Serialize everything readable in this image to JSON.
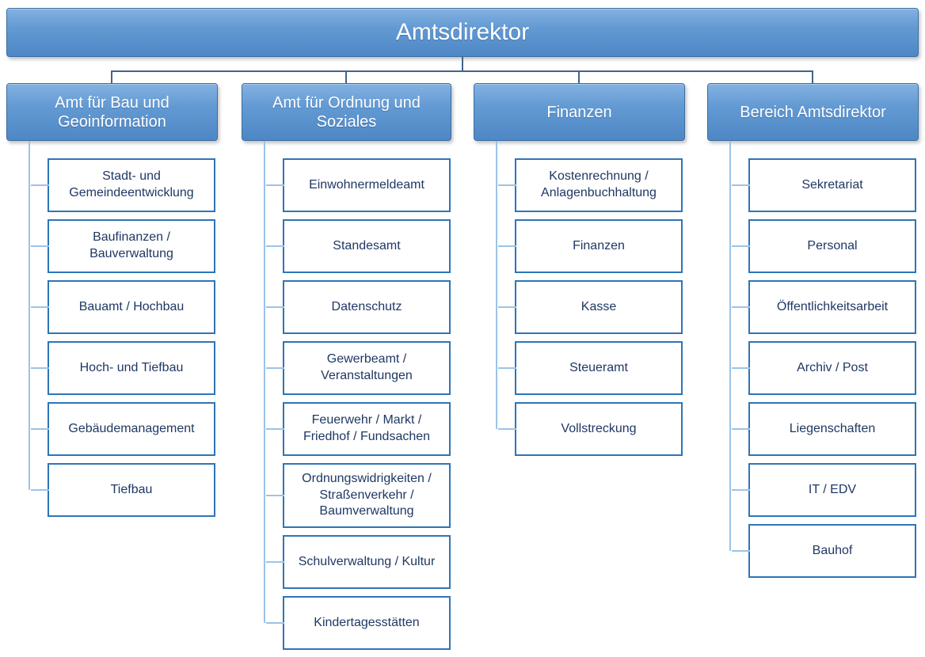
{
  "root": {
    "label": "Amtsdirektor"
  },
  "columns": [
    {
      "id": "bau",
      "label": "Amt für Bau und Geoinformation",
      "items": [
        "Stadt- und Gemeindeentwicklung",
        "Baufinanzen / Bauverwaltung",
        "Bauamt / Hochbau",
        "Hoch- und Tiefbau",
        "Gebäudemanagement",
        "Tiefbau"
      ]
    },
    {
      "id": "ordnung",
      "label": "Amt für Ordnung und Soziales",
      "items": [
        "Einwohnermeldeamt",
        "Standesamt",
        "Datenschutz",
        "Gewerbeamt / Veranstaltungen",
        "Feuerwehr / Markt / Friedhof / Fundsachen",
        "Ordnungswidrigkeiten / Straßenverkehr / Baumverwaltung",
        "Schulverwaltung / Kultur",
        "Kindertagesstätten"
      ]
    },
    {
      "id": "finanzen",
      "label": "Finanzen",
      "items": [
        "Kostenrechnung / Anlagenbuchhaltung",
        "Finanzen",
        "Kasse",
        "Steueramt",
        "Vollstreckung"
      ]
    },
    {
      "id": "bereich-amtsdirektor",
      "label": "Bereich Amtsdirektor",
      "items": [
        "Sekretariat",
        "Personal",
        "Öffentlichkeitsarbeit",
        "Archiv / Post",
        "Liegenschaften",
        "IT / EDV",
        "Bauhof"
      ]
    }
  ],
  "colors": {
    "node_fill_top": "#83b2e2",
    "node_fill_bottom": "#4e87c5",
    "node_border": "#3c6e9f",
    "child_border": "#2e75b6",
    "child_text": "#1f3864",
    "connector_dark": "#41658c",
    "connector_light": "#9dc3e6"
  }
}
